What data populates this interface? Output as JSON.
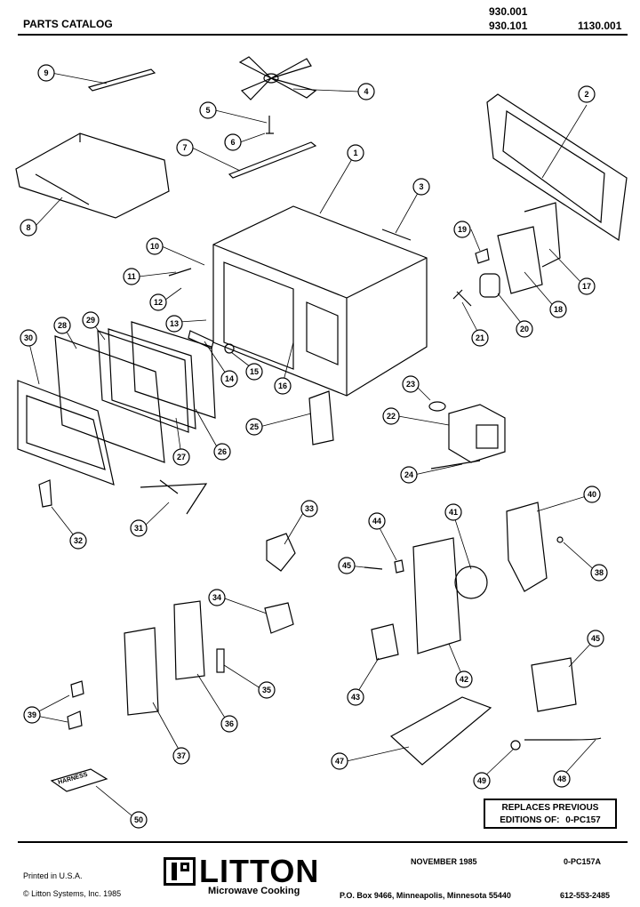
{
  "header": {
    "title": "PARTS CATALOG",
    "model_top": "930.001",
    "model_mid": "930.101",
    "model_right": "1130.001"
  },
  "callouts": [
    {
      "id": "c1",
      "label": "1"
    },
    {
      "id": "c2",
      "label": "2"
    },
    {
      "id": "c3",
      "label": "3"
    },
    {
      "id": "c4",
      "label": "4"
    },
    {
      "id": "c5",
      "label": "5"
    },
    {
      "id": "c6",
      "label": "6"
    },
    {
      "id": "c7",
      "label": "7"
    },
    {
      "id": "c8",
      "label": "8"
    },
    {
      "id": "c9",
      "label": "9"
    },
    {
      "id": "c10",
      "label": "10"
    },
    {
      "id": "c11",
      "label": "11"
    },
    {
      "id": "c12",
      "label": "12"
    },
    {
      "id": "c13",
      "label": "13"
    },
    {
      "id": "c14",
      "label": "14"
    },
    {
      "id": "c15",
      "label": "15"
    },
    {
      "id": "c16",
      "label": "16"
    },
    {
      "id": "c17",
      "label": "17"
    },
    {
      "id": "c18",
      "label": "18"
    },
    {
      "id": "c19",
      "label": "19"
    },
    {
      "id": "c20",
      "label": "20"
    },
    {
      "id": "c21",
      "label": "21"
    },
    {
      "id": "c22",
      "label": "22"
    },
    {
      "id": "c23",
      "label": "23"
    },
    {
      "id": "c24",
      "label": "24"
    },
    {
      "id": "c25",
      "label": "25"
    },
    {
      "id": "c26",
      "label": "26"
    },
    {
      "id": "c27",
      "label": "27"
    },
    {
      "id": "c28",
      "label": "28"
    },
    {
      "id": "c29",
      "label": "29"
    },
    {
      "id": "c30",
      "label": "30"
    },
    {
      "id": "c31",
      "label": "31"
    },
    {
      "id": "c32",
      "label": "32"
    },
    {
      "id": "c33",
      "label": "33"
    },
    {
      "id": "c34",
      "label": "34"
    },
    {
      "id": "c35",
      "label": "35"
    },
    {
      "id": "c36",
      "label": "36"
    },
    {
      "id": "c37",
      "label": "37"
    },
    {
      "id": "c38",
      "label": "38"
    },
    {
      "id": "c39",
      "label": "39"
    },
    {
      "id": "c40",
      "label": "40"
    },
    {
      "id": "c41",
      "label": "41"
    },
    {
      "id": "c42",
      "label": "42"
    },
    {
      "id": "c43",
      "label": "43"
    },
    {
      "id": "c44",
      "label": "44"
    },
    {
      "id": "c45a",
      "label": "45"
    },
    {
      "id": "c45b",
      "label": "45"
    },
    {
      "id": "c47",
      "label": "47"
    },
    {
      "id": "c48",
      "label": "48"
    },
    {
      "id": "c49",
      "label": "49"
    },
    {
      "id": "c50",
      "label": "50"
    }
  ],
  "part_label_50": "HARNESS",
  "replaces": {
    "line1": "REPLACES PREVIOUS",
    "line2": "EDITIONS OF:",
    "code": "0-PC157"
  },
  "footer": {
    "date": "NOVEMBER 1985",
    "doc_code": "0-PC157A",
    "printed": "Printed in U.S.A.",
    "copyright": "© Litton Systems, Inc. 1985",
    "brand": "LITTON",
    "division": "Microwave Cooking",
    "address": "P.O. Box 9466, Minneapolis, Minnesota 55440",
    "phone": "612-553-2485"
  }
}
